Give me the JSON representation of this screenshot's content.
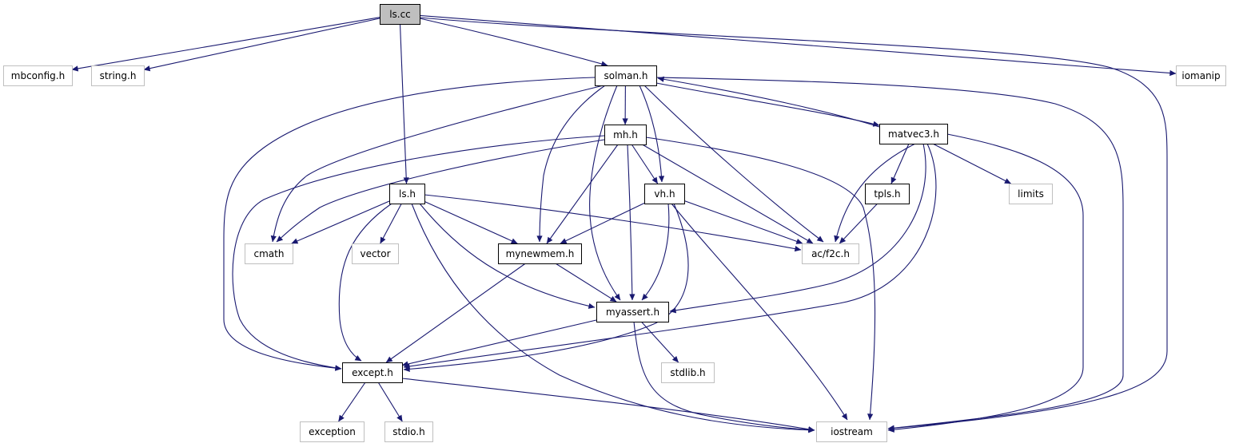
{
  "graph": {
    "colors": {
      "edge": "#191970",
      "internal_border": "#000000",
      "external_border": "#bfbfbf",
      "root_fill": "#bfbfbf",
      "node_fill": "#ffffff"
    },
    "nodes": [
      {
        "id": "ls_cc",
        "label": "ls.cc",
        "kind": "root"
      },
      {
        "id": "mbconfig_h",
        "label": "mbconfig.h",
        "kind": "external"
      },
      {
        "id": "string_h",
        "label": "string.h",
        "kind": "external"
      },
      {
        "id": "solman_h",
        "label": "solman.h",
        "kind": "internal"
      },
      {
        "id": "iomanip",
        "label": "iomanip",
        "kind": "external"
      },
      {
        "id": "mh_h",
        "label": "mh.h",
        "kind": "internal"
      },
      {
        "id": "matvec3_h",
        "label": "matvec3.h",
        "kind": "internal"
      },
      {
        "id": "ls_h",
        "label": "ls.h",
        "kind": "internal"
      },
      {
        "id": "vh_h",
        "label": "vh.h",
        "kind": "internal"
      },
      {
        "id": "tpls_h",
        "label": "tpls.h",
        "kind": "internal"
      },
      {
        "id": "limits",
        "label": "limits",
        "kind": "external"
      },
      {
        "id": "cmath",
        "label": "cmath",
        "kind": "external"
      },
      {
        "id": "vector",
        "label": "vector",
        "kind": "external"
      },
      {
        "id": "mynewmem_h",
        "label": "mynewmem.h",
        "kind": "internal"
      },
      {
        "id": "ac_f2c_h",
        "label": "ac/f2c.h",
        "kind": "external"
      },
      {
        "id": "myassert_h",
        "label": "myassert.h",
        "kind": "internal"
      },
      {
        "id": "except_h",
        "label": "except.h",
        "kind": "internal"
      },
      {
        "id": "stdlib_h",
        "label": "stdlib.h",
        "kind": "external"
      },
      {
        "id": "exception",
        "label": "exception",
        "kind": "external"
      },
      {
        "id": "stdio_h",
        "label": "stdio.h",
        "kind": "external"
      },
      {
        "id": "iostream",
        "label": "iostream",
        "kind": "external"
      }
    ],
    "edges": [
      {
        "from": "ls_cc",
        "to": "mbconfig_h"
      },
      {
        "from": "ls_cc",
        "to": "string_h"
      },
      {
        "from": "ls_cc",
        "to": "solman_h"
      },
      {
        "from": "ls_cc",
        "to": "iomanip"
      },
      {
        "from": "ls_cc",
        "to": "ls_h"
      },
      {
        "from": "ls_cc",
        "to": "iostream"
      },
      {
        "from": "solman_h",
        "to": "mh_h"
      },
      {
        "from": "solman_h",
        "to": "matvec3_h"
      },
      {
        "from": "solman_h",
        "to": "vh_h"
      },
      {
        "from": "solman_h",
        "to": "cmath"
      },
      {
        "from": "solman_h",
        "to": "mynewmem_h"
      },
      {
        "from": "solman_h",
        "to": "myassert_h"
      },
      {
        "from": "solman_h",
        "to": "except_h"
      },
      {
        "from": "solman_h",
        "to": "ac_f2c_h"
      },
      {
        "from": "solman_h",
        "to": "iostream"
      },
      {
        "from": "matvec3_h",
        "to": "solman_h"
      },
      {
        "from": "matvec3_h",
        "to": "tpls_h"
      },
      {
        "from": "matvec3_h",
        "to": "limits"
      },
      {
        "from": "matvec3_h",
        "to": "ac_f2c_h"
      },
      {
        "from": "matvec3_h",
        "to": "myassert_h"
      },
      {
        "from": "matvec3_h",
        "to": "except_h"
      },
      {
        "from": "matvec3_h",
        "to": "iostream"
      },
      {
        "from": "mh_h",
        "to": "vh_h"
      },
      {
        "from": "mh_h",
        "to": "cmath"
      },
      {
        "from": "mh_h",
        "to": "mynewmem_h"
      },
      {
        "from": "mh_h",
        "to": "myassert_h"
      },
      {
        "from": "mh_h",
        "to": "except_h"
      },
      {
        "from": "mh_h",
        "to": "ac_f2c_h"
      },
      {
        "from": "mh_h",
        "to": "iostream"
      },
      {
        "from": "tpls_h",
        "to": "ac_f2c_h"
      },
      {
        "from": "ls_h",
        "to": "cmath"
      },
      {
        "from": "ls_h",
        "to": "vector"
      },
      {
        "from": "ls_h",
        "to": "mynewmem_h"
      },
      {
        "from": "ls_h",
        "to": "ac_f2c_h"
      },
      {
        "from": "ls_h",
        "to": "myassert_h"
      },
      {
        "from": "ls_h",
        "to": "except_h"
      },
      {
        "from": "ls_h",
        "to": "iostream"
      },
      {
        "from": "vh_h",
        "to": "mynewmem_h"
      },
      {
        "from": "vh_h",
        "to": "ac_f2c_h"
      },
      {
        "from": "vh_h",
        "to": "myassert_h"
      },
      {
        "from": "vh_h",
        "to": "except_h"
      },
      {
        "from": "vh_h",
        "to": "iostream"
      },
      {
        "from": "mynewmem_h",
        "to": "myassert_h"
      },
      {
        "from": "mynewmem_h",
        "to": "except_h"
      },
      {
        "from": "myassert_h",
        "to": "except_h"
      },
      {
        "from": "myassert_h",
        "to": "stdlib_h"
      },
      {
        "from": "myassert_h",
        "to": "iostream"
      },
      {
        "from": "except_h",
        "to": "exception"
      },
      {
        "from": "except_h",
        "to": "stdio_h"
      },
      {
        "from": "except_h",
        "to": "iostream"
      }
    ]
  }
}
